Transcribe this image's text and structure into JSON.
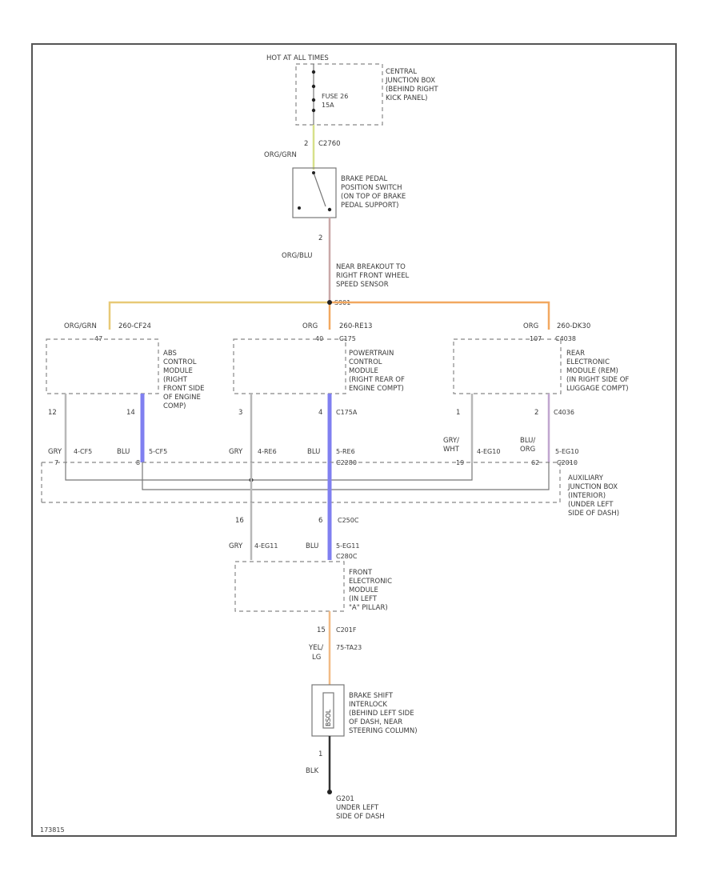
{
  "wires": {
    "yel_grn": "#d7e08a",
    "org_blu": "#c9a8a8",
    "org_grn": "#e8c977",
    "org": "#f2a860",
    "blu": "#8080f0",
    "blu_org": "#c0a6cf",
    "gry": "#b8b8b8",
    "yel_lg": "#f1bb86",
    "blk": "#333333"
  },
  "top": {
    "hot": "HOT AT ALL TIMES",
    "fuse1": "FUSE 26",
    "fuse2": "15A",
    "jb": [
      "CENTRAL",
      "JUNCTION BOX",
      "(BEHIND RIGHT",
      "KICK PANEL)"
    ],
    "pin": "2",
    "conn": "C2760",
    "color": "ORG/GRN"
  },
  "switch": {
    "label": [
      "BRAKE PEDAL",
      "POSITION SWITCH",
      "(ON TOP OF BRAKE",
      "PEDAL SUPPORT)"
    ],
    "pin": "2",
    "color": "ORG/BLU",
    "note": [
      "NEAR BREAKOUT TO",
      "RIGHT FRONT WHEEL",
      "SPEED SENSOR"
    ],
    "splice": "S901"
  },
  "abs": {
    "color": "ORG/GRN",
    "circuit": "260-CF24",
    "conn": "47",
    "label": [
      "ABS",
      "CONTROL",
      "MODULE",
      "(RIGHT",
      "FRONT SIDE",
      "OF ENGINE",
      "COMP)"
    ],
    "pin_l": "12",
    "pin_r": "14"
  },
  "pcm": {
    "color": "ORG",
    "circuit": "260-RE13",
    "conn": "40",
    "conn2": "C175",
    "label": [
      "POWERTRAIN",
      "CONTROL",
      "MODULE",
      "(RIGHT REAR OF",
      "ENGINE COMPT)"
    ],
    "pin_l": "3",
    "pin_r": "4",
    "conn_r": "C175A"
  },
  "rem": {
    "color": "ORG",
    "circuit": "260-DK30",
    "conn": "107",
    "conn2": "C4038",
    "label": [
      "REAR",
      "ELECTRONIC",
      "MODULE (REM)",
      "(IN RIGHT SIDE OF",
      "LUGGAGE COMPT)"
    ],
    "pin_l": "1",
    "pin_r": "2",
    "conn_r": "C4036"
  },
  "row": {
    "gry1": "GRY",
    "c1": "4-CF5",
    "blu1": "BLU",
    "c2": "5-CF5",
    "gry2": "GRY",
    "c3": "4-RE6",
    "blu2": "BLU",
    "c4": "5-RE6",
    "c4b": "C2280",
    "gry3": "GRY/",
    "gry3b": "WHT",
    "c5": "4-EG10",
    "blu3": "BLU/",
    "blu3b": "ORG",
    "c6": "5-EG10",
    "n1": "7",
    "n2": "8",
    "n3": "19",
    "n4": "62",
    "n5": "C2010"
  },
  "ajb": {
    "label": [
      "AUXILIARY",
      "JUNCTION BOX",
      "(INTERIOR)",
      "(UNDER LEFT",
      "SIDE OF DASH)"
    ],
    "pin_l": "16",
    "pin_r": "6",
    "conn": "C250C"
  },
  "fem": {
    "gry": "GRY",
    "c1": "4-EG11",
    "blu": "BLU",
    "c2": "5-EG11",
    "conn": "C280C",
    "label": [
      "FRONT",
      "ELECTRONIC",
      "MODULE",
      "(IN LEFT",
      "\"A\" PILLAR)"
    ],
    "pin": "15",
    "conn2": "C201F",
    "color1": "YEL/",
    "color2": "LG",
    "circuit": "75-TA23"
  },
  "bsi": {
    "label": [
      "BRAKE SHIFT",
      "INTERLOCK",
      "(BEHIND LEFT SIDE",
      "OF DASH, NEAR",
      "STEERING COLUMN)"
    ],
    "text": "BSOL",
    "pin": "1",
    "color": "BLK"
  },
  "ground": {
    "label": [
      "G201",
      "UNDER LEFT",
      "SIDE OF DASH"
    ]
  },
  "footer": "173815"
}
